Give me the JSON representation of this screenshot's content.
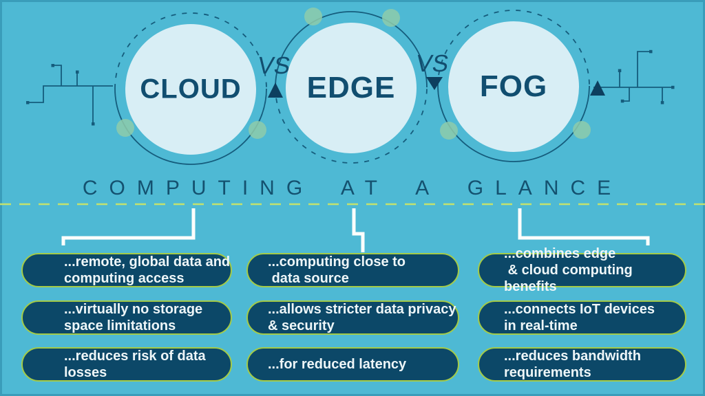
{
  "header": {
    "circles": [
      {
        "label": "CLOUD"
      },
      {
        "label": "EDGE"
      },
      {
        "label": "FOG"
      }
    ],
    "vs_labels": [
      "VS",
      "VS"
    ],
    "title": "COMPUTING AT A GLANCE"
  },
  "columns": [
    {
      "name": "cloud",
      "items": [
        "...remote, global data and\ncomputing access",
        "...virtually no storage\nspace limitations",
        "...reduces risk of data losses"
      ]
    },
    {
      "name": "edge",
      "items": [
        "...computing close to\n data source",
        "...allows stricter data privacy\n& security",
        "...for reduced latency"
      ]
    },
    {
      "name": "fog",
      "items": [
        "...combines edge\n & cloud computing benefits",
        "...connects IoT devices\nin real-time",
        "...reduces bandwidth\nrequirements"
      ]
    }
  ],
  "icons": [
    "circuit-trace-left-icon",
    "circuit-trace-right-icon",
    "arrow-up-icon",
    "arrow-down-icon",
    "dashed-ring-icon",
    "node-dot-icon",
    "bracket-connector-icon"
  ],
  "colors": {
    "background_teal": "#4eb9d4",
    "navy": "#0c4868",
    "light_circle": "#d8eef5",
    "ring_stroke": "#155c7c",
    "green_dot": "#8ecbaa",
    "dash_green": "#c3e26e",
    "box_border_green": "#a4cb47",
    "white": "#fdfefc"
  }
}
